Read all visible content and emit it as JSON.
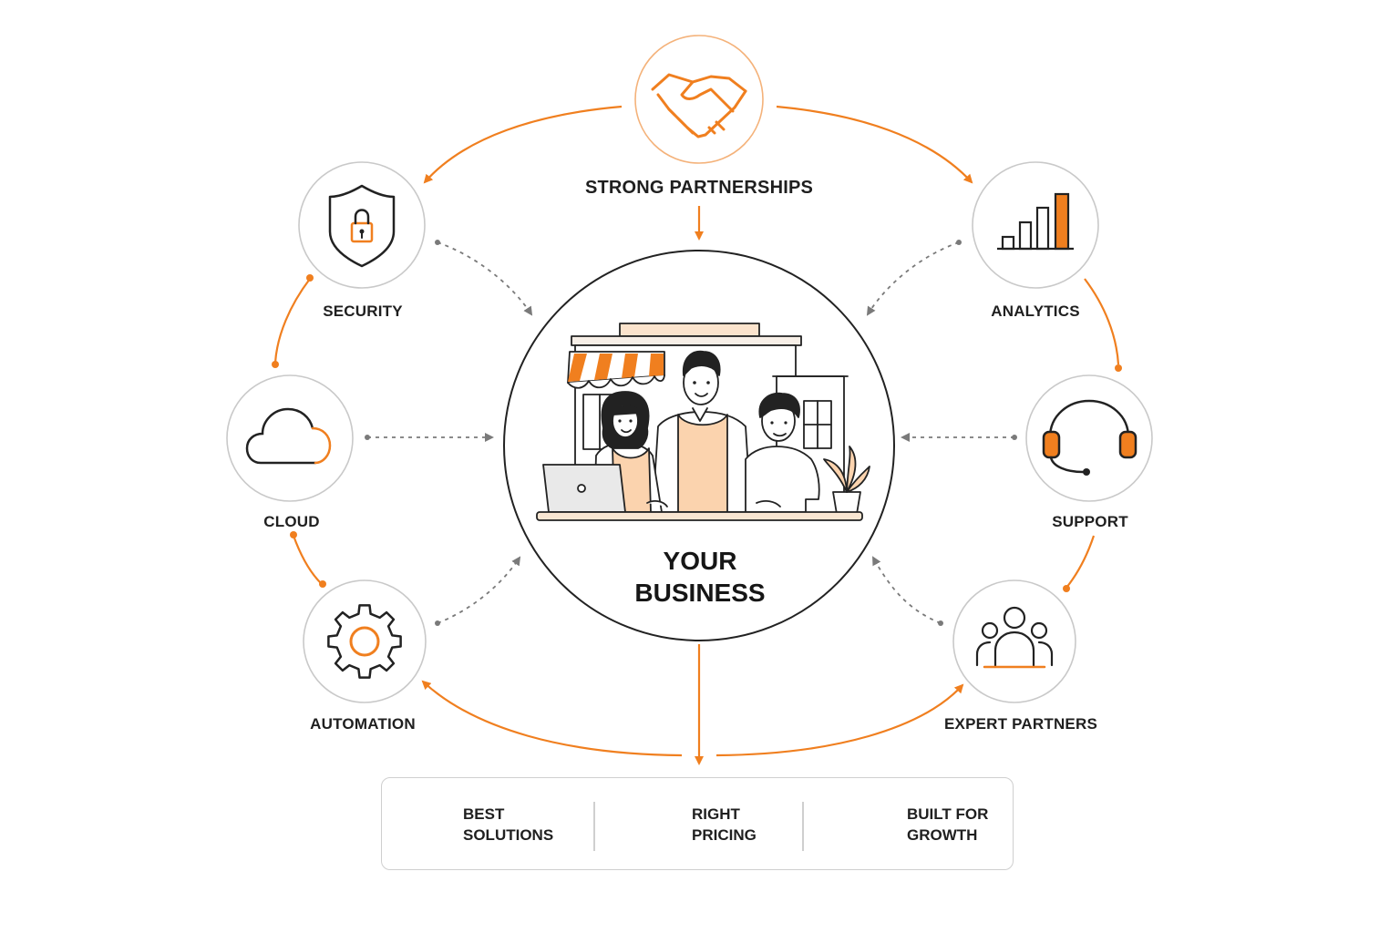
{
  "accent_color": "#f07f1f",
  "center": {
    "line1": "YOUR",
    "line2": "BUSINESS"
  },
  "nodes": {
    "top": {
      "label": "STRONG PARTNERSHIPS",
      "icon": "handshake-icon"
    },
    "security": {
      "label": "SECURITY",
      "icon": "shield-lock-icon"
    },
    "analytics": {
      "label": "ANALYTICS",
      "icon": "bar-chart-icon"
    },
    "cloud": {
      "label": "CLOUD",
      "icon": "cloud-icon"
    },
    "support": {
      "label": "SUPPORT",
      "icon": "headset-icon"
    },
    "automation": {
      "label": "AUTOMATION",
      "icon": "gear-icon"
    },
    "experts": {
      "label": "EXPERT PARTNERS",
      "icon": "team-icon"
    }
  },
  "benefits": [
    {
      "line1": "BEST",
      "line2": "SOLUTIONS",
      "icon": "shield-check-icon"
    },
    {
      "line1": "RIGHT",
      "line2": "PRICING",
      "icon": "price-tag-icon"
    },
    {
      "line1": "BUILT FOR",
      "line2": "GROWTH",
      "icon": "sprout-icon"
    }
  ]
}
